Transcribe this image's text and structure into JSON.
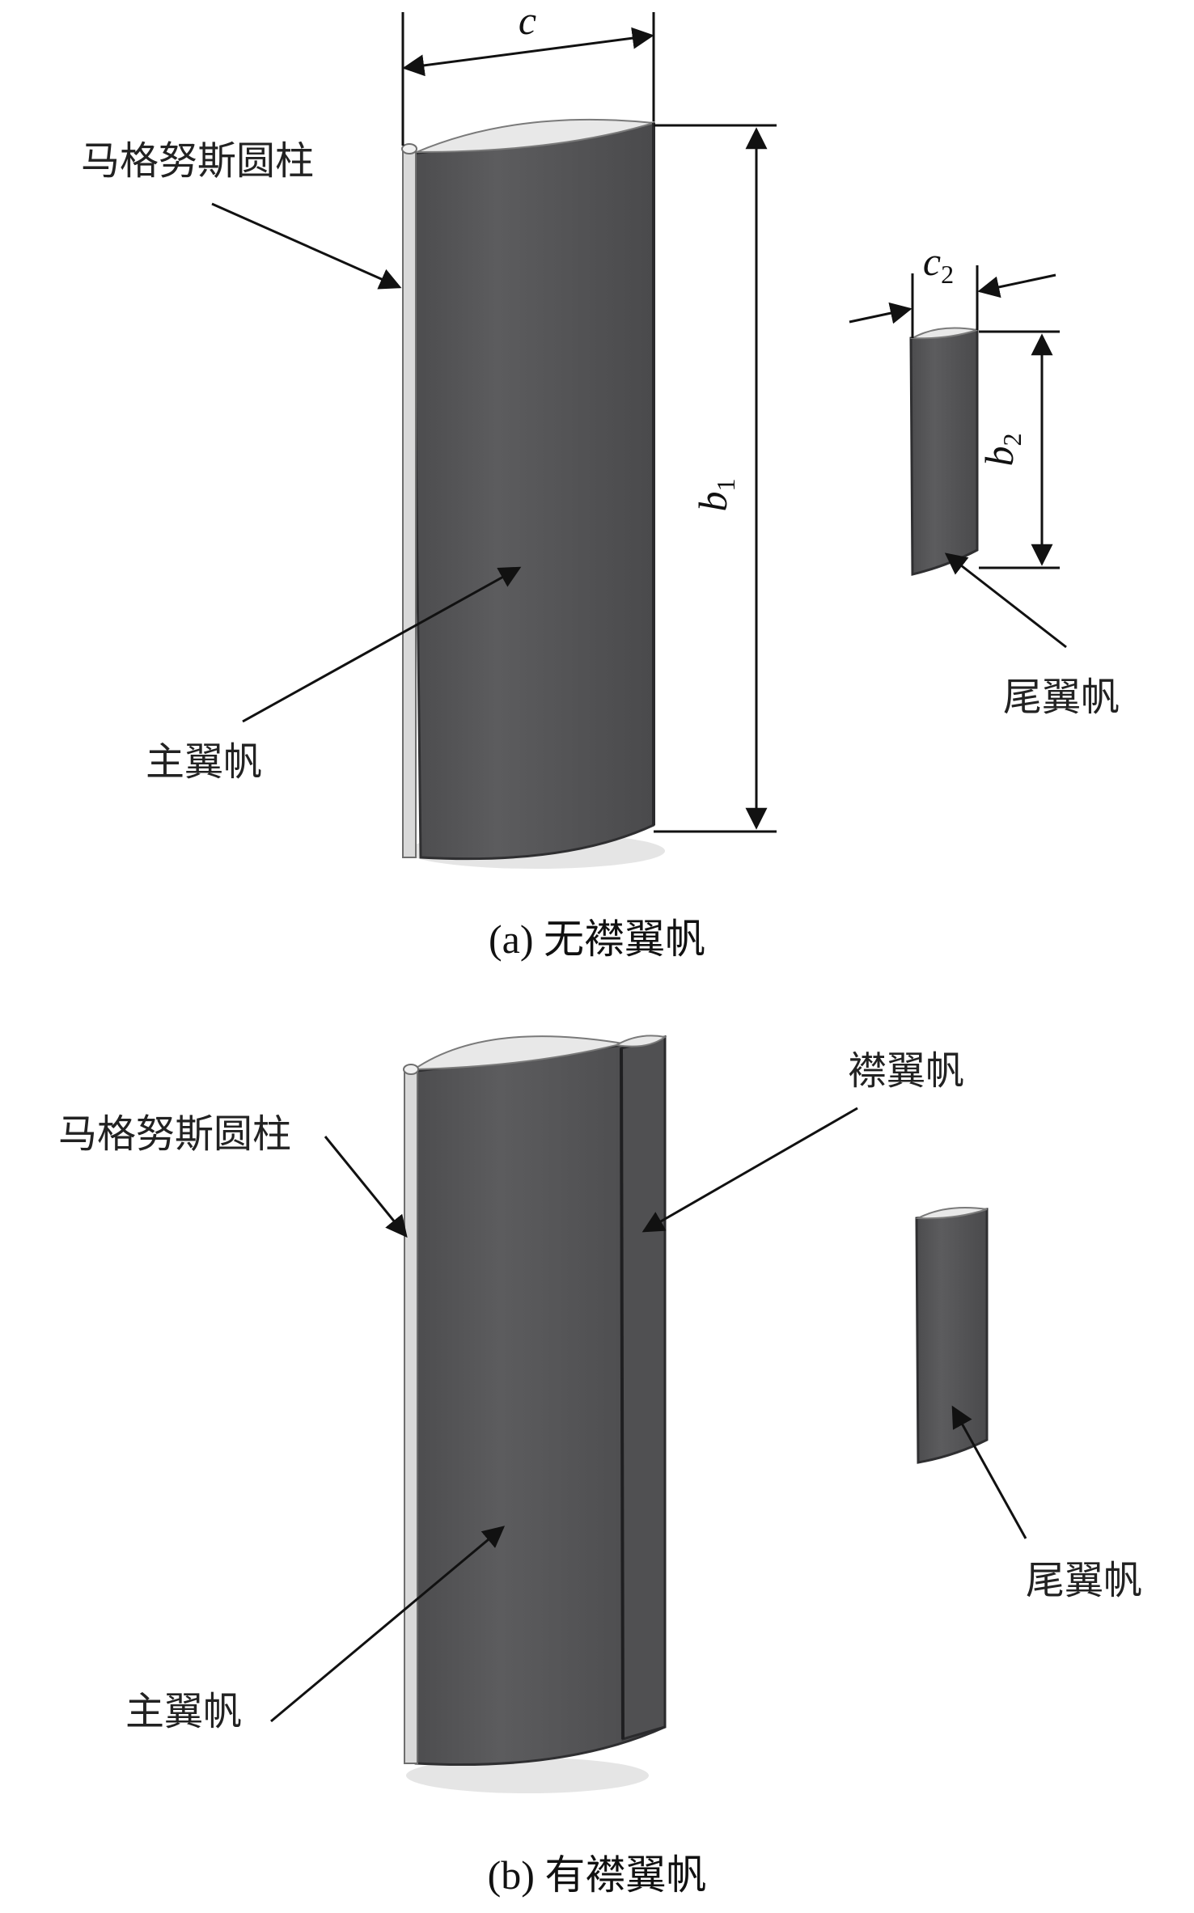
{
  "panel_a": {
    "caption": "(a) 无襟翼帆",
    "labels": {
      "magnus_cylinder": "马格努斯圆柱",
      "main_sail": "主翼帆",
      "tail_sail": "尾翼帆"
    },
    "dimensions": {
      "chord": "c",
      "span_main_base": "b",
      "span_main_sub": "1",
      "chord_tail_base": "c",
      "chord_tail_sub": "2",
      "span_tail_base": "b",
      "span_tail_sub": "2"
    }
  },
  "panel_b": {
    "caption": "(b) 有襟翼帆",
    "labels": {
      "magnus_cylinder": "马格努斯圆柱",
      "flap_sail": "襟翼帆",
      "main_sail": "主翼帆",
      "tail_sail": "尾翼帆"
    }
  },
  "colors": {
    "sail_body": "#565658",
    "sail_top": "#e8e8e8",
    "line": "#111111"
  }
}
